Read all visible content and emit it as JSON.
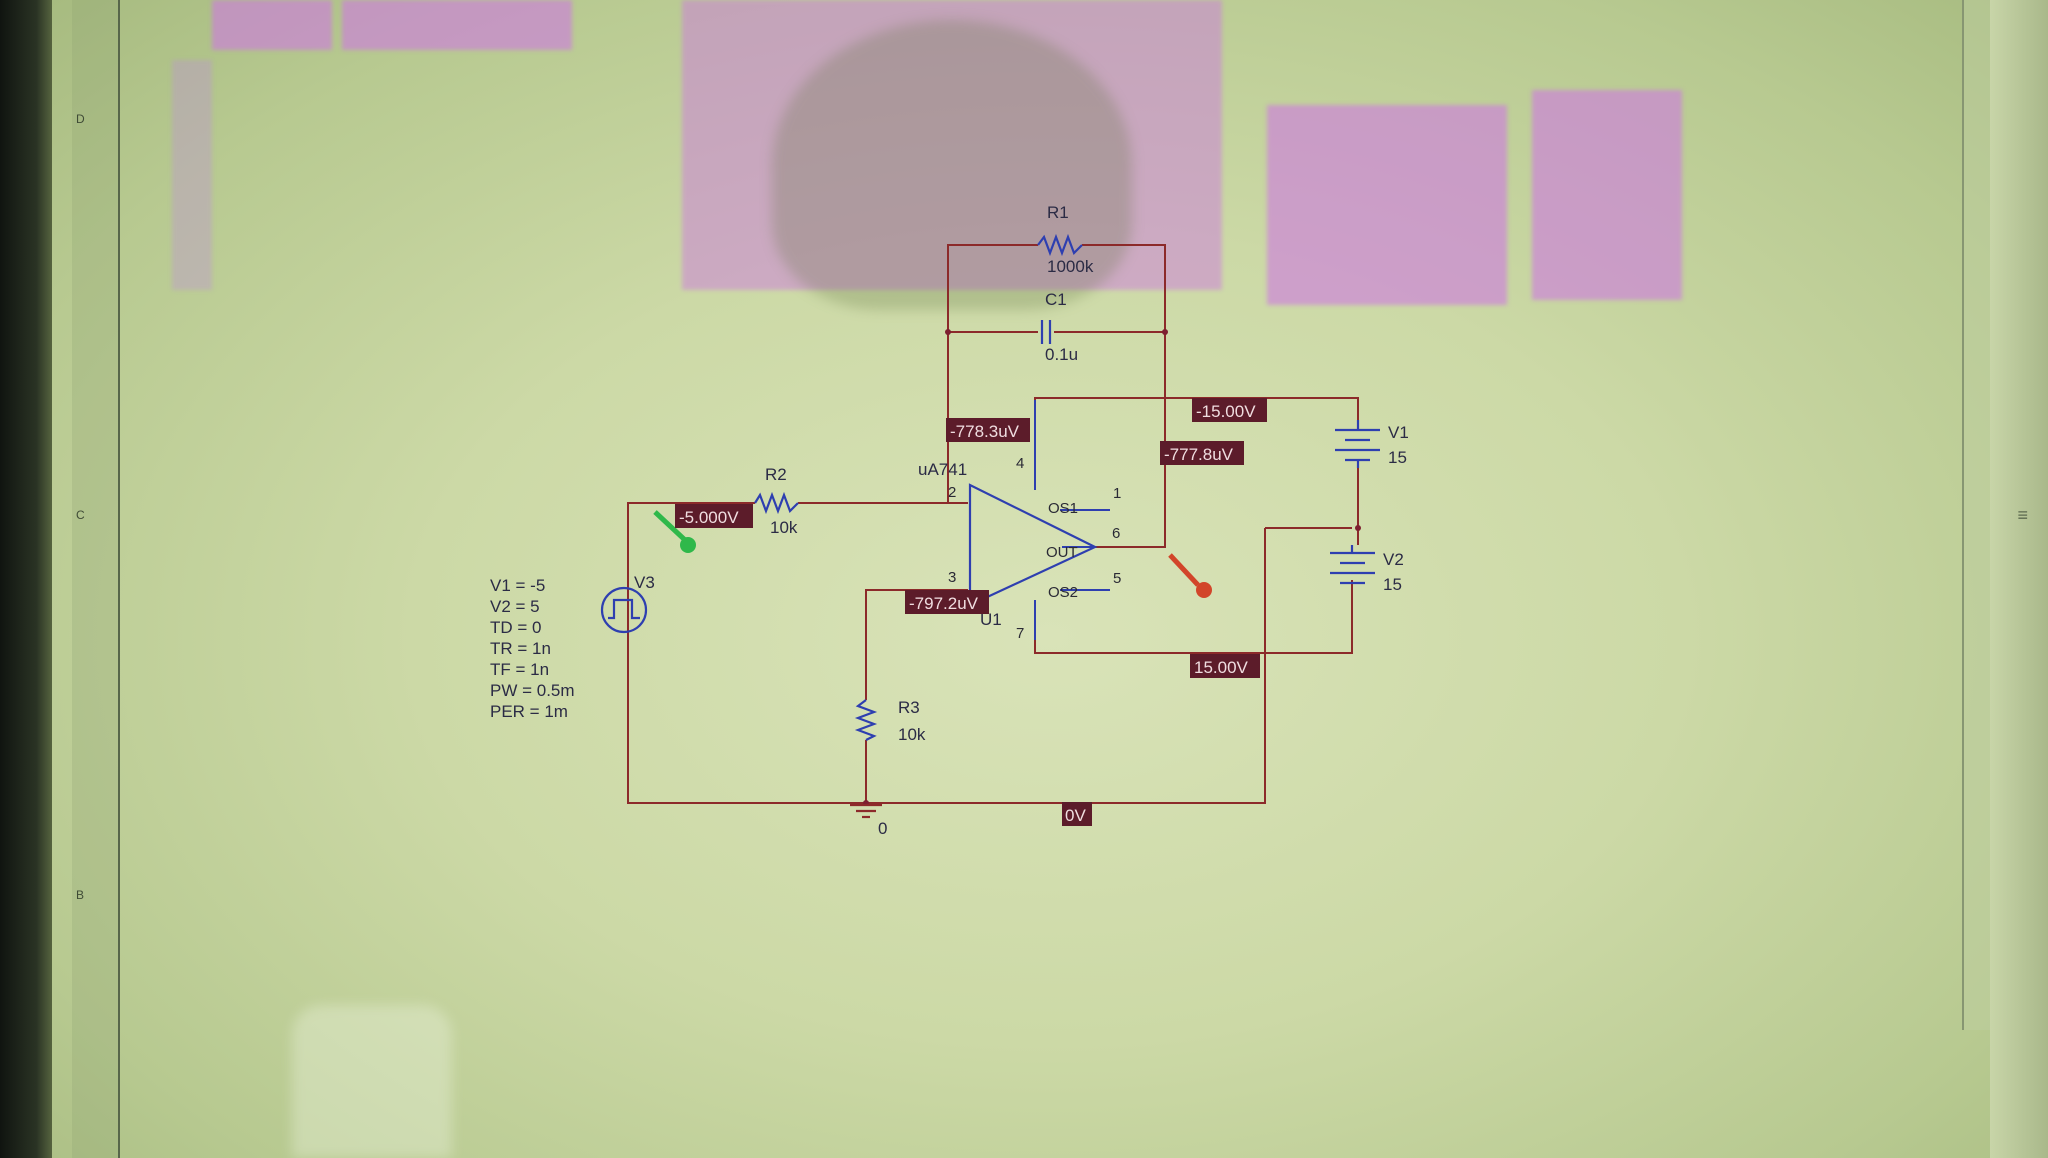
{
  "schematic": {
    "components": {
      "r1": {
        "name": "R1",
        "value": "1000k"
      },
      "c1": {
        "name": "C1",
        "value": "0.1u"
      },
      "r2": {
        "name": "R2",
        "value": "10k"
      },
      "r3": {
        "name": "R3",
        "value": "10k"
      },
      "v1": {
        "name": "V1",
        "value": "15"
      },
      "v2": {
        "name": "V2",
        "value": "15"
      },
      "v3": {
        "name": "V3"
      },
      "opamp": {
        "model": "uA741",
        "ref": "U1",
        "pins": {
          "inv": "2",
          "noninv": "3",
          "vneg": "4",
          "vpos": "7",
          "out": "6",
          "os1": "1",
          "os2": "5"
        },
        "pin_labels": {
          "os1": "OS1",
          "os2": "OS2",
          "out": "OUT"
        }
      }
    },
    "source_params": [
      "V1 = -5",
      "V2 = 5",
      "TD = 0",
      "TR = 1n",
      "TF = 1n",
      "PW = 0.5m",
      "PER = 1m"
    ],
    "ground_label": "0",
    "probes": {
      "input": "-5.000V",
      "inv": "-778.3uV",
      "neg_rail": "-15.00V",
      "out": "-777.8uV",
      "noninv": "-797.2uV",
      "pos_rail": "15.00V",
      "ground": "0V"
    },
    "marker_colors": {
      "voltage_marker_1": "#2fb84a",
      "voltage_marker_2": "#d2452a"
    }
  },
  "ruler_marks": [
    "D",
    "C",
    "B"
  ]
}
